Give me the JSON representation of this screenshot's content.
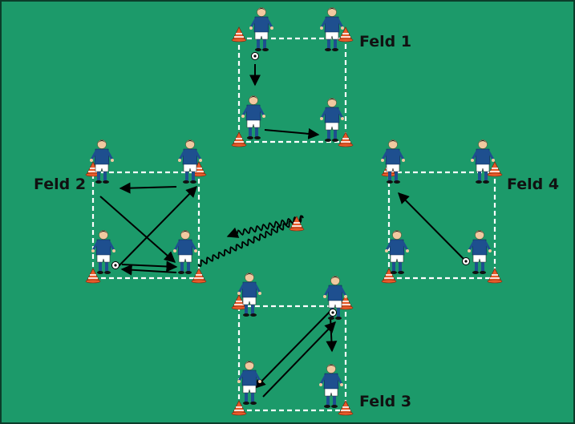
{
  "colors": {
    "pitch": "#1c9a6a",
    "border": "#0c3d2a",
    "lines": "#ffffff",
    "cone": "#e85a2a",
    "cone_stripe": "#ffffff",
    "jersey": "#1e4f8f",
    "shorts": "#ffffff",
    "socks": "#1e4f8f",
    "skin": "#f1c9a0",
    "hair": "#1a1a1a",
    "arrow": "#000000"
  },
  "fields": [
    {
      "label": "Feld 1",
      "players": 4,
      "ball": true
    },
    {
      "label": "Feld 2",
      "players": 4,
      "ball": true
    },
    {
      "label": "Feld 3",
      "players": 4,
      "ball": true
    },
    {
      "label": "Feld 4",
      "players": 4,
      "ball": true
    }
  ],
  "icons": {
    "player": "player-icon",
    "cone": "cone-icon",
    "ball": "ball-icon",
    "pass_arrow": "pass-arrow-icon",
    "dribble_path": "dribble-path-icon"
  }
}
